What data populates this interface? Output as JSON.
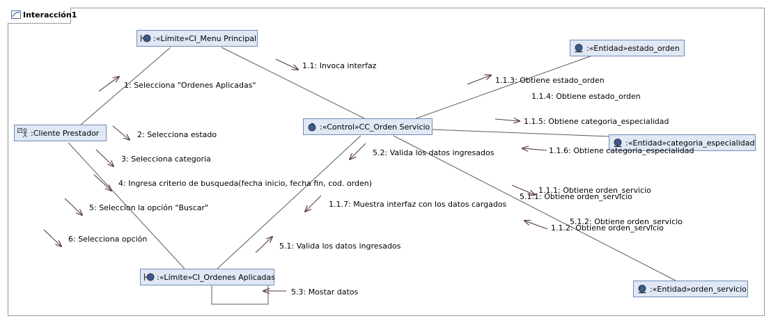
{
  "diagram": {
    "title": "Interacción1",
    "colors": {
      "node_fill": "#dfe8f4",
      "node_border": "#6e8bb5",
      "line": "#5a5a5a",
      "arrow": "#5a3a3a"
    },
    "nodes": {
      "menu_principal": {
        "label": ":«Límite»CI_Menu Principal",
        "icon": "boundary-icon"
      },
      "cliente": {
        "label": ":Cliente Prestador",
        "icon": "actor-icon"
      },
      "control": {
        "label": ":«Control»CC_Orden Servicio",
        "icon": "control-icon"
      },
      "estado_orden": {
        "label": ":«Entidad»estado_orden",
        "icon": "entity-icon"
      },
      "categoria": {
        "label": ":«Entidad»categoria_especialidad",
        "icon": "entity-icon"
      },
      "ordenes_aplicadas": {
        "label": ":«Límite»CI_Ordenes Aplicadas",
        "icon": "boundary-icon"
      },
      "orden_servicio": {
        "label": ":«Entidad»orden_servicio",
        "icon": "entity-icon"
      }
    },
    "messages": {
      "m1": "1: Selecciona \"Ordenes Aplicadas\"",
      "m2": "2: Selecciona estado",
      "m3": "3: Selecciona categoria",
      "m4": "4: Ingresa criterio de busqueda(fecha inicio, fecha fin, cod. orden)",
      "m5": "5: Seleccion la opción \"Buscar\"",
      "m6": "6: Selecciona opción",
      "m11": "1.1: Invoca interfaz",
      "m113": "1.1.3: Obtiene estado_orden",
      "m114": "1.1.4: Obtiene estado_orden",
      "m115": "1.1.5: Obtiene categoria_especialidad",
      "m116": "1.1.6: Obtiene categoria_especialidad",
      "m52": "5.2: Valida los datos ingresados",
      "m111": "1.1.1: Obtiene orden_servicio",
      "m511": "5.1.1: Obtiene orden_servicio",
      "m117": "1.1.7: Muestra interfaz con los datos cargados",
      "m512": "5.1.2: Obtiene orden_servicio",
      "m112": "1.1.2: Obtiene orden_servicio",
      "m51": "5.1: Valida los datos ingresados",
      "m53": "5.3: Mostar datos"
    }
  }
}
